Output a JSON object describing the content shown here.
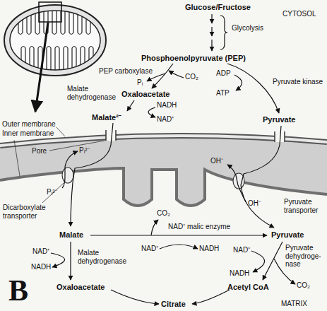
{
  "diagram": {
    "labels": [
      "Glucose/Fructose",
      "CYTOSOL",
      "Glycolysis",
      "Phosphoenolpyruvate (PEP)",
      "PEP carboxylase",
      "CO₂",
      "Pᵢ",
      "ADP",
      "Pyruvate kinase",
      "ATP",
      "Malate dehydrogenase",
      "Oxaloacetate",
      "NADH",
      "Malate²⁻",
      "NAD⁺",
      "Pyruvate",
      "Outer membrane",
      "Inner membrane",
      "Pore",
      "Pᵢ²⁻",
      "Pᵢ²⁻",
      "Dicarboxylate transporter",
      "OH⁻",
      "OH⁻",
      "Pyruvate transporter",
      "Malate",
      "CO₂",
      "NAD⁺ malic enzyme",
      "NAD⁺",
      "NADH",
      "Malate dehydrogenase",
      "NAD⁺",
      "NADH",
      "Pyruvate",
      "NAD⁺",
      "Pyruvate dehydroge- nase",
      "NADH",
      "Oxaloacetate",
      "Acetyl CoA",
      "CO₂",
      "Citrate",
      "MATRIX",
      "B"
    ]
  }
}
